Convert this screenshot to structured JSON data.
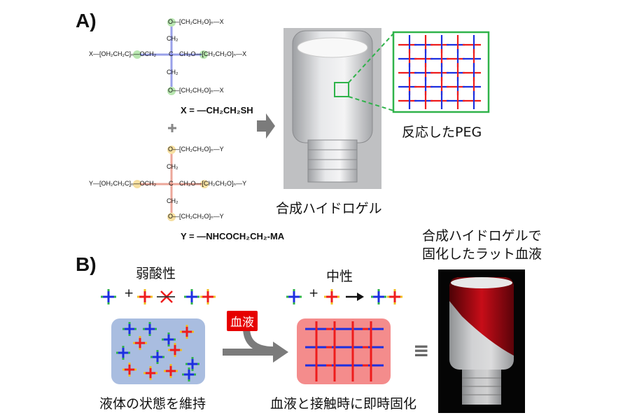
{
  "labels": {
    "section_a": "A)",
    "section_b": "B)"
  },
  "chem": {
    "top_molecule": {
      "arm_top": "O—[CH₂CH₂O]ₙ—X",
      "ch2_top": "CH₂",
      "left_arm": "X—[OH₂CH₂C]ₙ—OCH₂",
      "center": "C",
      "right_arm": "CH₂O—[CH₂CH₂O]ₙ—X",
      "ch2_bottom": "CH₂",
      "arm_bottom": "O—[CH₂CH₂O]ₙ—X"
    },
    "x_definition": "X = —CH₂CH₂SH",
    "plus": "+",
    "bottom_molecule": {
      "arm_top": "O—[CH₂CH₂O]ₙ—Y",
      "ch2_top": "CH₂",
      "left_arm": "Y—[OH₂CH₂C]ₙ—OCH₂",
      "center": "C",
      "right_arm": "CH₂O—[CH₂CH₂O]ₙ—Y",
      "ch2_bottom": "CH₂",
      "arm_bottom": "O—[CH₂CH₂O]ₙ—Y"
    },
    "y_definition": "Y = —NHCOCH₂CH₂-MA"
  },
  "captions": {
    "reacted_peg": "反応したPEG",
    "synthetic_hydrogel": "合成ハイドロゲル",
    "blood_gel_line1": "合成ハイドロゲルで",
    "blood_gel_line2": "固化したラット血液",
    "weak_acid": "弱酸性",
    "neutral": "中性",
    "blood": "血液",
    "maintains_liquid": "液体の状態を維持",
    "instant_solidify": "血液と接触時に即時固化",
    "equiv": "≡",
    "plus_small": "+"
  },
  "colors": {
    "blue": "#1c2fe0",
    "red": "#ee1c1c",
    "green": "#2fb34a",
    "yellow": "#f0c020",
    "box_blue": "#a9bde0",
    "box_red": "#f48c8c",
    "arrow_gray": "#7b7b7b",
    "highlight_green": "#b8e6b0",
    "highlight_yellow": "#f6dfa0",
    "highlight_red": "#f2b3a8",
    "highlight_blue": "#b3b8ec"
  }
}
